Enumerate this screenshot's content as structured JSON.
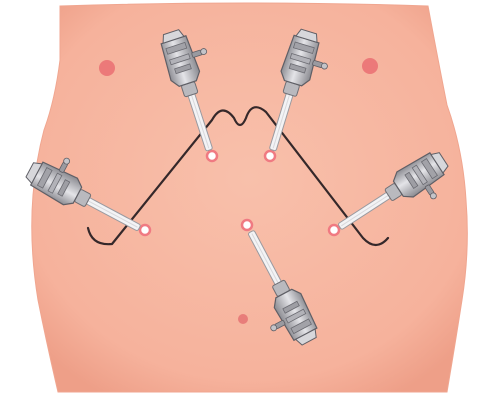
{
  "diagram": {
    "subject": "abdomen-trocar-port-placement",
    "colors": {
      "background": "#ffffff",
      "skin": "#f7b9a3",
      "skin_shade": "#ef9f88",
      "marker": "#e86a70",
      "port_ring": "#f07a82",
      "suture": "#3a2a28",
      "trocar_body": "#c9c9cc",
      "trocar_dark": "#7c7c82",
      "trocar_shaft": "#f2f2f4"
    },
    "markers": [
      {
        "name": "marker-left-upper"
      },
      {
        "name": "marker-right-upper"
      },
      {
        "name": "marker-lower-center"
      }
    ],
    "ports": [
      {
        "name": "port-upper-left"
      },
      {
        "name": "port-upper-right"
      },
      {
        "name": "port-lateral-left"
      },
      {
        "name": "port-lateral-right"
      },
      {
        "name": "port-center"
      }
    ],
    "instruments": [
      {
        "name": "trocar-upper-left",
        "icon": "trocar-icon"
      },
      {
        "name": "trocar-upper-right",
        "icon": "trocar-icon"
      },
      {
        "name": "trocar-lateral-left",
        "icon": "trocar-icon"
      },
      {
        "name": "trocar-lateral-right",
        "icon": "trocar-icon"
      },
      {
        "name": "trocar-center",
        "icon": "trocar-icon"
      }
    ]
  }
}
